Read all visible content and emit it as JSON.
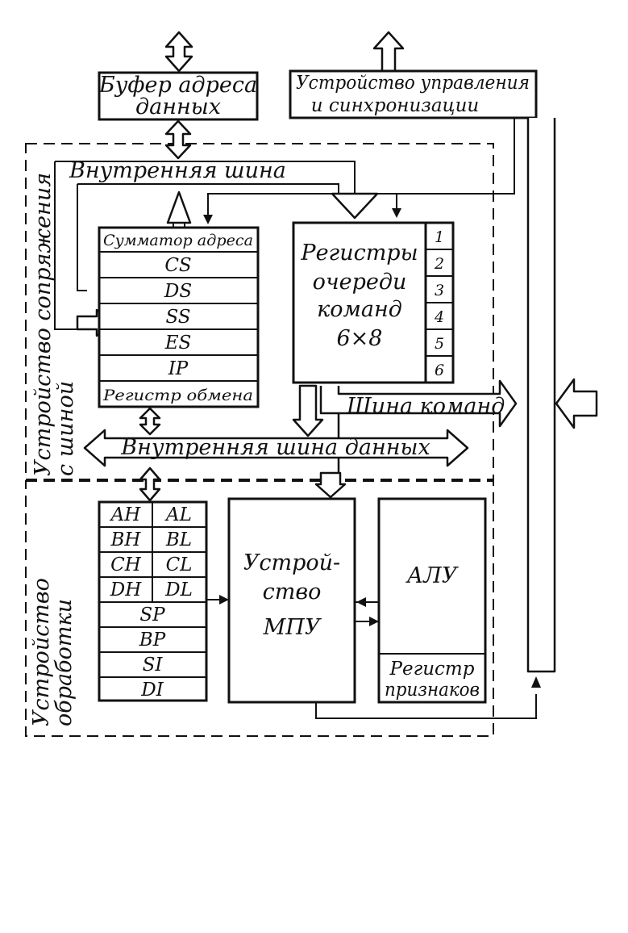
{
  "bus_buffer": {
    "line1": "Буфер адреса",
    "line2": "данных"
  },
  "control_unit": {
    "line1": "Устройство управления",
    "line2": "и синхронизации"
  },
  "internal_bus": "Внутренняя шина",
  "internal_data_bus": "Внутренняя шина данных",
  "command_bus": "Шина команд",
  "biu_label": {
    "line1": "Устройство сопряжения",
    "line2": "с шиной"
  },
  "eu_label": {
    "line1": "Устройство",
    "line2": "обработки"
  },
  "segment_registers": {
    "adder": "Сумматор адреса",
    "rows": [
      "CS",
      "DS",
      "SS",
      "ES",
      "IP"
    ],
    "exchange": "Регистр обмена"
  },
  "queue": {
    "line1": "Регистры",
    "line2": "очереди",
    "line3": "команд",
    "line4": "6×8",
    "slots": [
      "1",
      "2",
      "3",
      "4",
      "5",
      "6"
    ]
  },
  "general_registers": {
    "pairs": [
      [
        "AH",
        "AL"
      ],
      [
        "BH",
        "BL"
      ],
      [
        "CH",
        "CL"
      ],
      [
        "DH",
        "DL"
      ]
    ],
    "pointers": [
      "SP",
      "BP",
      "SI",
      "DI"
    ]
  },
  "mpu": {
    "line1": "Устрой-",
    "line2": "ство",
    "line3": "МПУ"
  },
  "alu": {
    "label": "АЛУ",
    "flags_line1": "Регистр",
    "flags_line2": "признаков"
  }
}
